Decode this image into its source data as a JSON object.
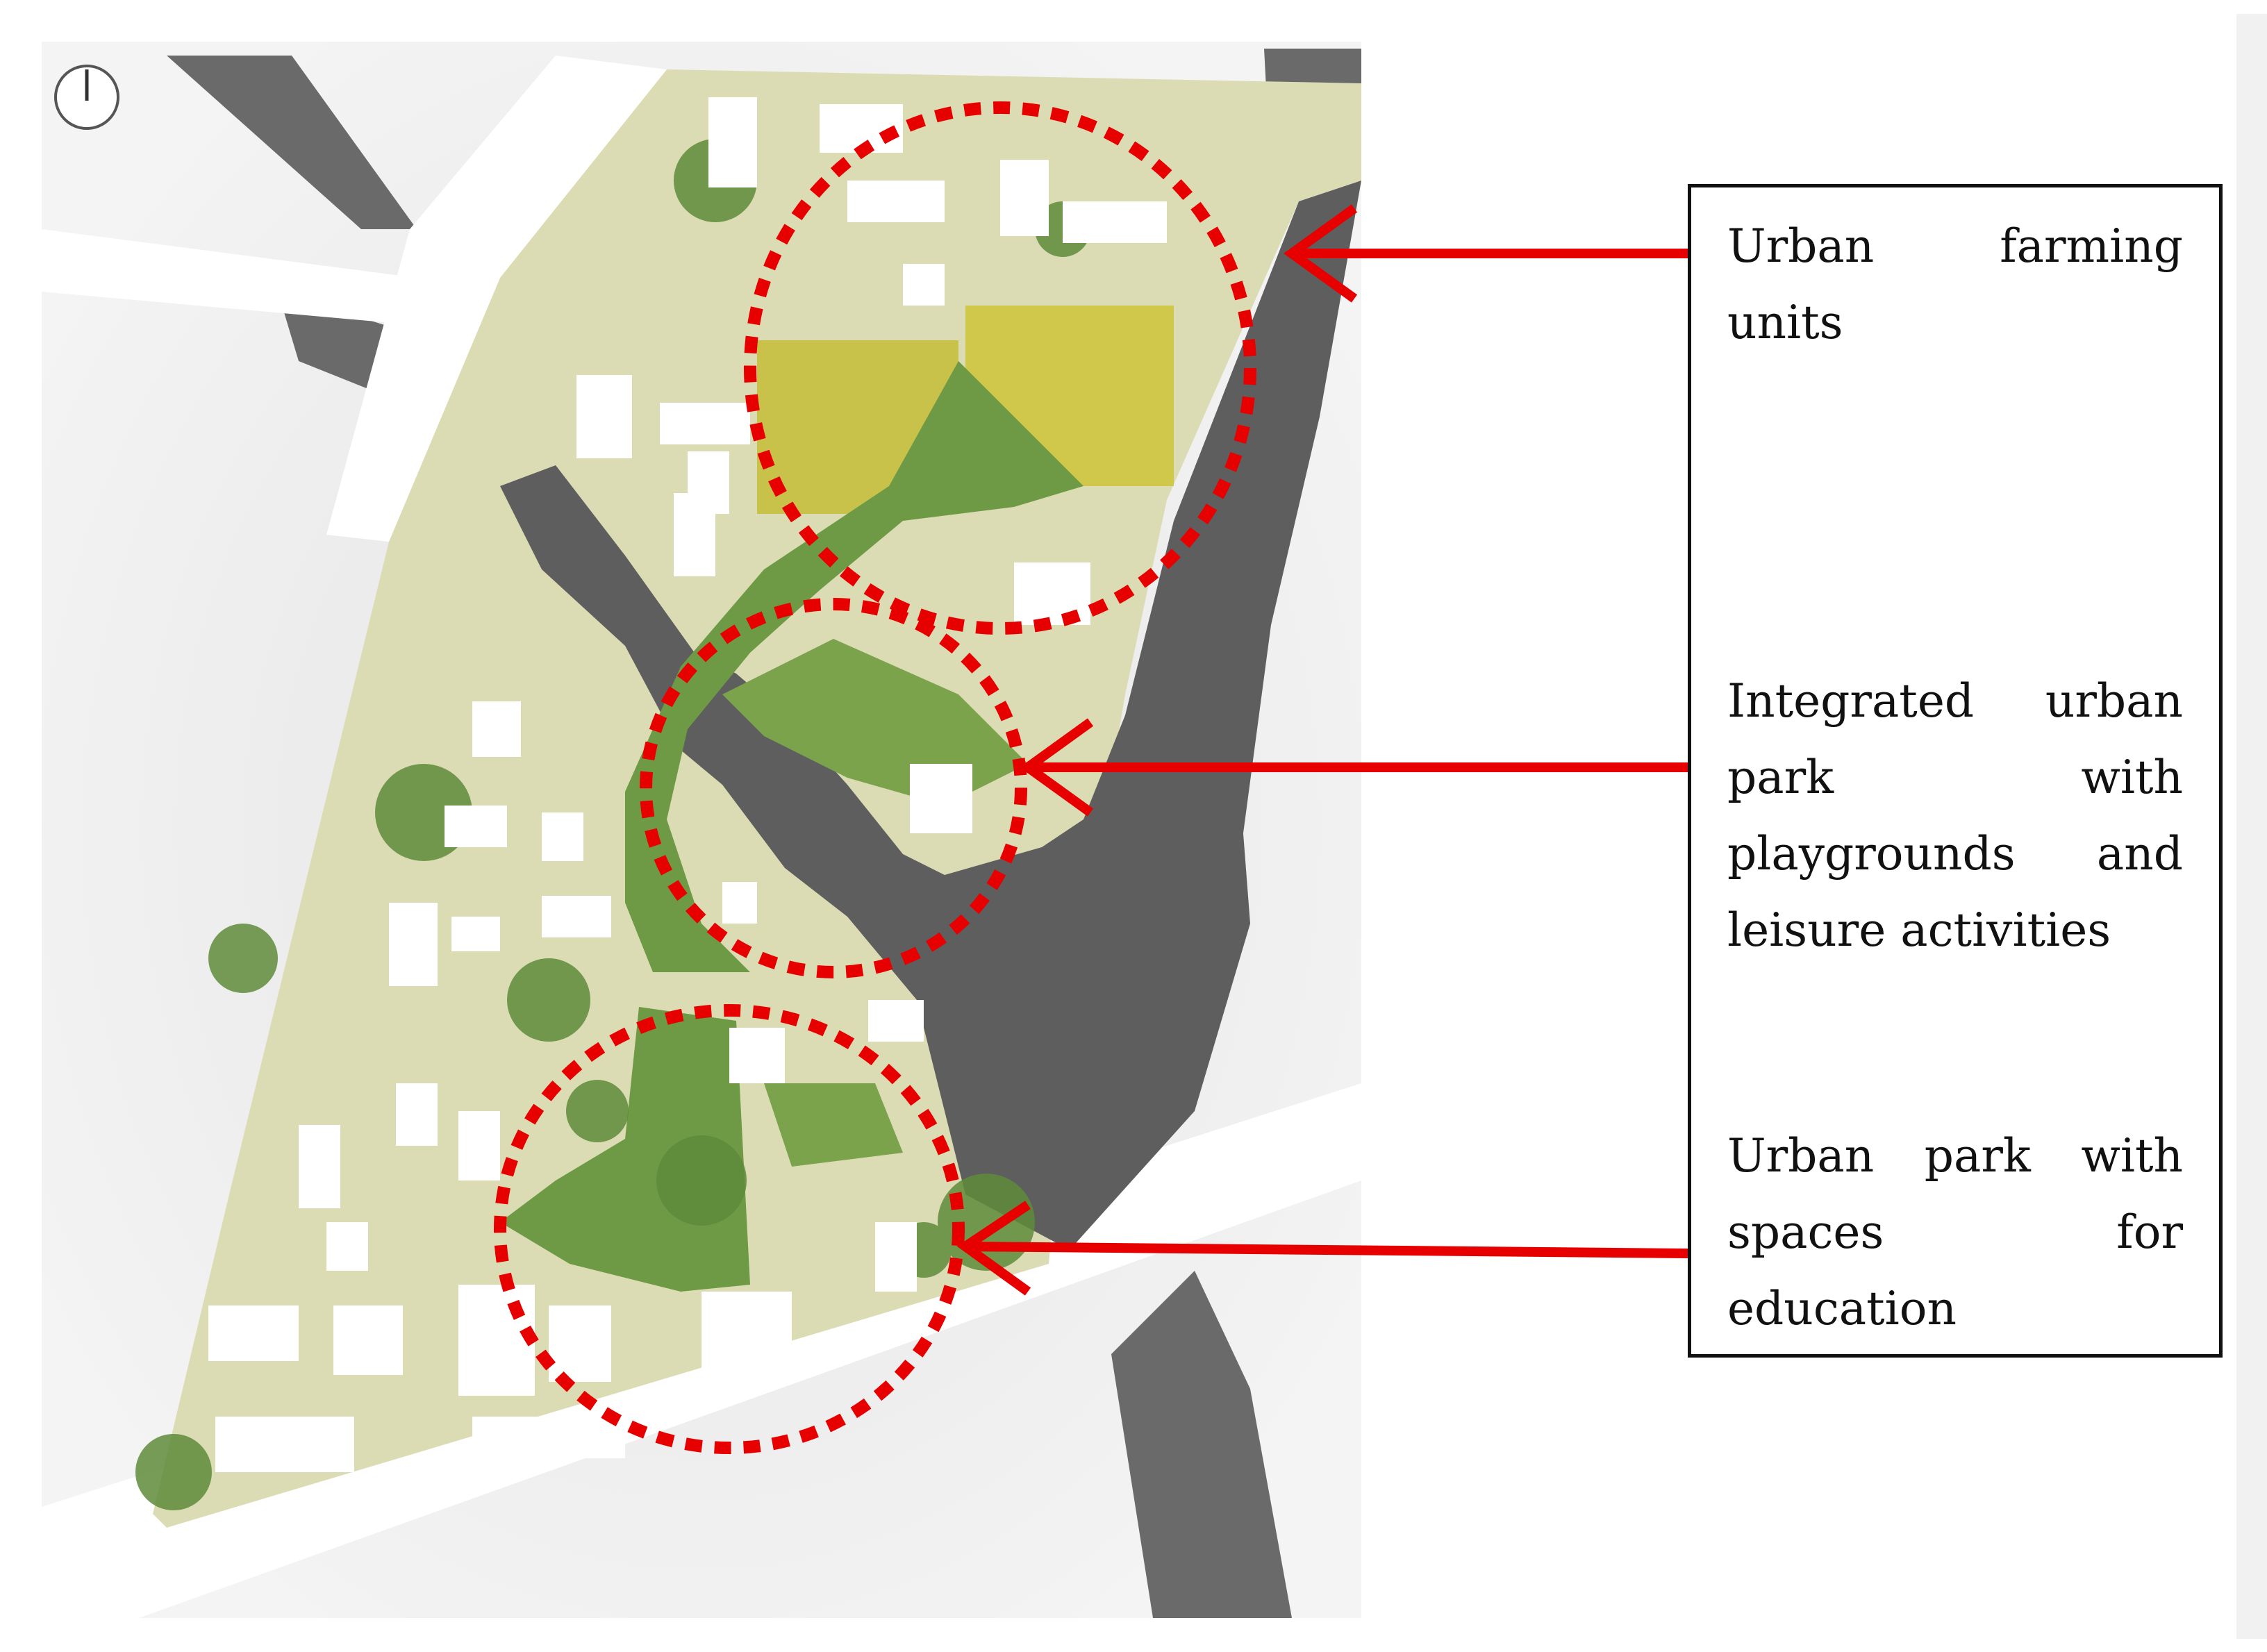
{
  "legend": {
    "items": [
      {
        "lines": [
          "Urban farming",
          "units"
        ]
      },
      {
        "lines": [
          "Integrated urban",
          "park with",
          "playgrounds and",
          "leisure activities"
        ]
      },
      {
        "lines": [
          "Urban park with",
          "spaces for",
          "education"
        ]
      }
    ]
  },
  "colors": {
    "annotation_red": "#e60000",
    "road_dark": "#5e5e5e",
    "park_green": "#6f9a45",
    "farm_yellow": "#c9c24a",
    "land_beige": "#dcdcb4",
    "building_white": "#ffffff"
  },
  "icons": {
    "north_arrow": "north-arrow-icon"
  }
}
